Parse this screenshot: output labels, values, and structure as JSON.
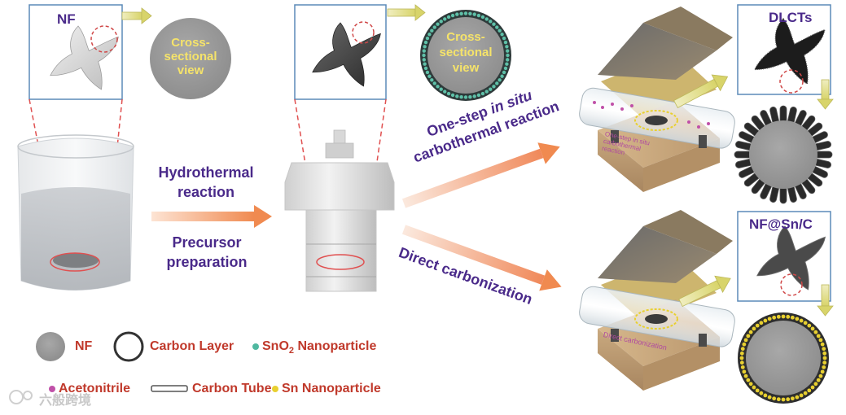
{
  "labels": {
    "nf_box": "NF",
    "cross_section_1": [
      "Cross-",
      "sectional",
      "view"
    ],
    "cross_section_2": [
      "Cross-",
      "sectional",
      "view"
    ],
    "hydrothermal": "Hydrothermal reaction",
    "precursor": "Precursor preparation",
    "one_step_a": "One-step ",
    "one_step_b": "in situ",
    "one_step_c": "carbothermal reaction",
    "direct": "Direct carbonization",
    "dlcts": "DLCTs",
    "nf_sn_c": "NF@Sn/C",
    "furnace_top_label": "One-step in situ carbothermal reaction",
    "furnace_bottom_label": "Direct carbonization"
  },
  "legend": {
    "nf": "NF",
    "carbon_layer": "Carbon Layer",
    "sno2": "SnO",
    "sno2_sub": "2",
    "sno2_rest": " Nanoparticle",
    "acetonitrile": "Acetonitrile",
    "carbon_tube": "Carbon Tube",
    "sn": "Sn Nanoparticle"
  },
  "watermark": "六般跨境",
  "colors": {
    "title_purple": "#4a2a8a",
    "legend_red": "#c0392b",
    "arrow_orange": "#f0a070",
    "cross_text": "#f5e36a",
    "sno2_teal": "#4fb8a0",
    "acetonitrile_pink": "#c050a8",
    "sn_yellow": "#e8d030"
  }
}
